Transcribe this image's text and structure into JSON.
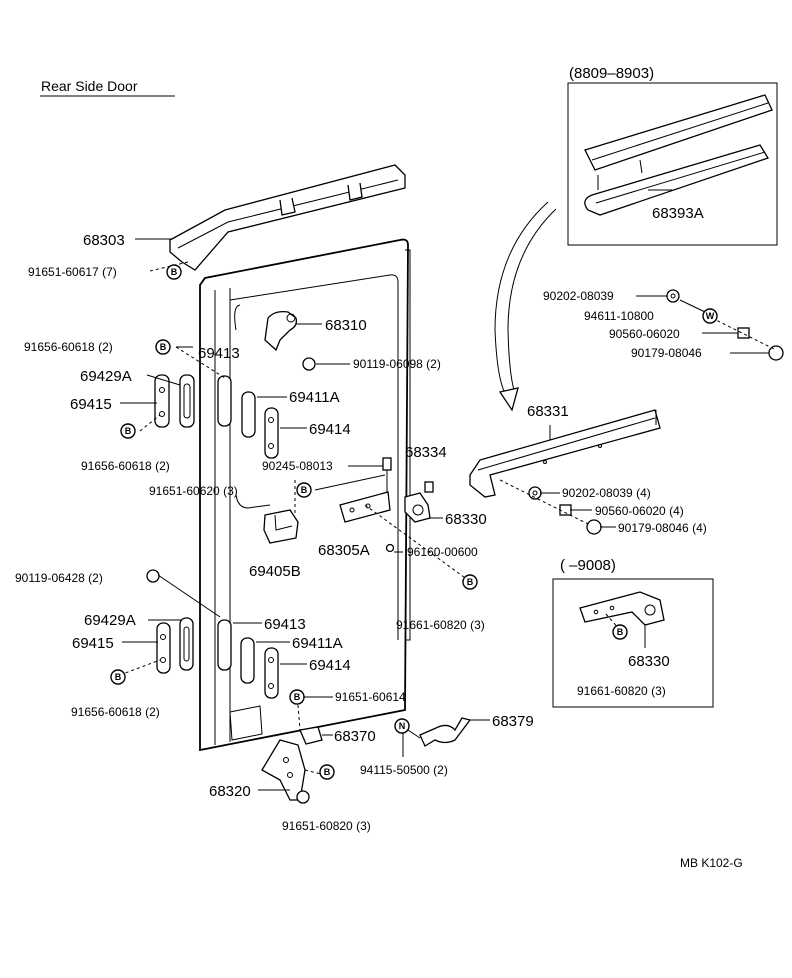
{
  "title": "Rear Side Door",
  "footer": "MB  K102-G",
  "insets": {
    "top_range": "(8809–8903)",
    "bottom_range": "(       –9008)"
  },
  "labels": {
    "p68303": "68303",
    "p91651_60617": "91651-60617 (7)",
    "p68310": "68310",
    "p91656_60618a": "91656-60618 (2)",
    "p69413a": "69413",
    "p90119_06098": "90119-06098 (2)",
    "p69429Aa": "69429A",
    "p69411Aa": "69411A",
    "p69415a": "69415",
    "p69414a": "69414",
    "p91656_60618b": "91656-60618 (2)",
    "p90245_08013": "90245-08013",
    "p68334": "68334",
    "p91651_60620": "91651-60620 (3)",
    "p68330a": "68330",
    "p68305A": "68305A",
    "p96160_00600": "96160-00600",
    "p69405B": "69405B",
    "p90119_06428": "90119-06428 (2)",
    "p69429Ab": "69429A",
    "p69413b": "69413",
    "p69415b": "69415",
    "p69411Ab": "69411A",
    "p69414b": "69414",
    "p91661_60820a": "91661-60820 (3)",
    "p91656_60618c": "91656-60618 (2)",
    "p91651_60614": "91651-60614",
    "p68370": "68370",
    "p68379": "68379",
    "p94115_50500": "94115-50500 (2)",
    "p68320": "68320",
    "p91651_60820": "91651-60820 (3)",
    "p68393A": "68393A",
    "p90202_08039a": "90202-08039",
    "p94611_10800": "94611-10800",
    "p90560_06020a": "90560-06020",
    "p90179_08046a": "90179-08046",
    "p68331": "68331",
    "p90202_08039b": "90202-08039 (4)",
    "p90560_06020b": "90560-06020 (4)",
    "p90179_08046b": "90179-08046 (4)",
    "p68330b": "68330",
    "p91661_60820b": "91661-60820 (3)"
  },
  "badges": {
    "b": "B",
    "w": "W",
    "n": "N"
  }
}
